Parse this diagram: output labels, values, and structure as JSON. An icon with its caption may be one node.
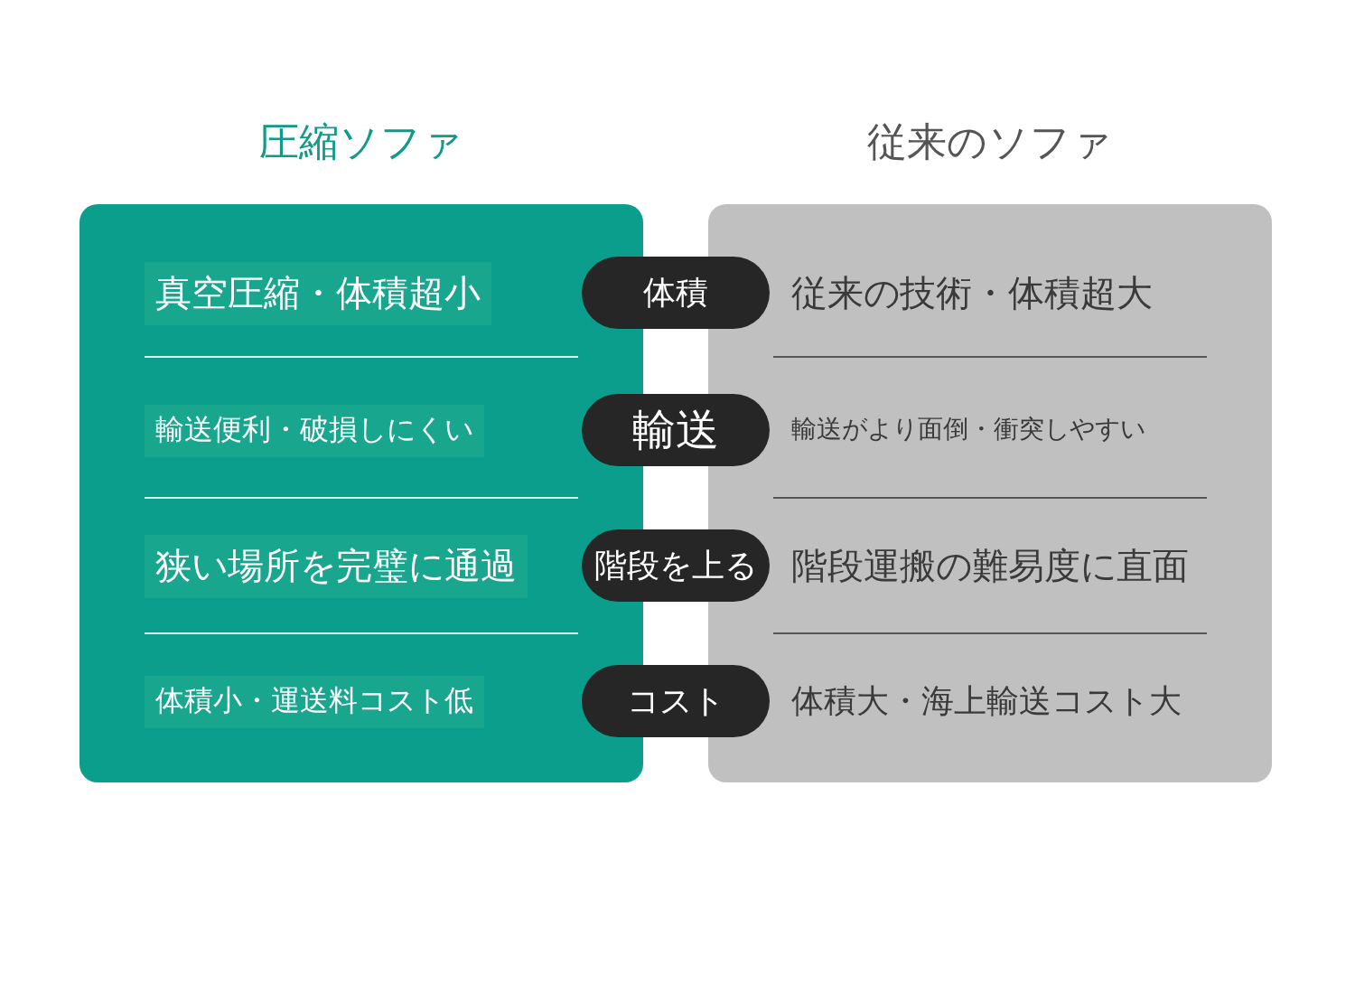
{
  "diagram": {
    "nodes": [
      {
        "text": [
          "圧縮ソファ"
        ]
      },
      {
        "text": [
          "真空圧縮・体積超小"
        ],
        "in": 0
      },
      {
        "text": [
          "輸送便利・破損しにくい"
        ],
        "in": 0
      },
      {
        "text": [
          "狭い場所を完璧に通過"
        ],
        "in": 0
      },
      {
        "text": [
          "体積小・運送料コスト低"
        ],
        "in": 0
      },
      {
        "text": [
          "従来のソファ",
          "従来の技術・体積超大",
          "輸送がより面倒・衝突しやすい",
          "階段運搬の難易度に直面",
          "体積大・海上輸送コスト大"
        ]
      },
      {
        "text": [
          "体積"
        ]
      },
      {
        "text": [
          "輸送"
        ]
      },
      {
        "text": [
          "階段を上る"
        ]
      },
      {
        "text": [
          "コスト"
        ]
      }
    ],
    "edges": []
  }
}
